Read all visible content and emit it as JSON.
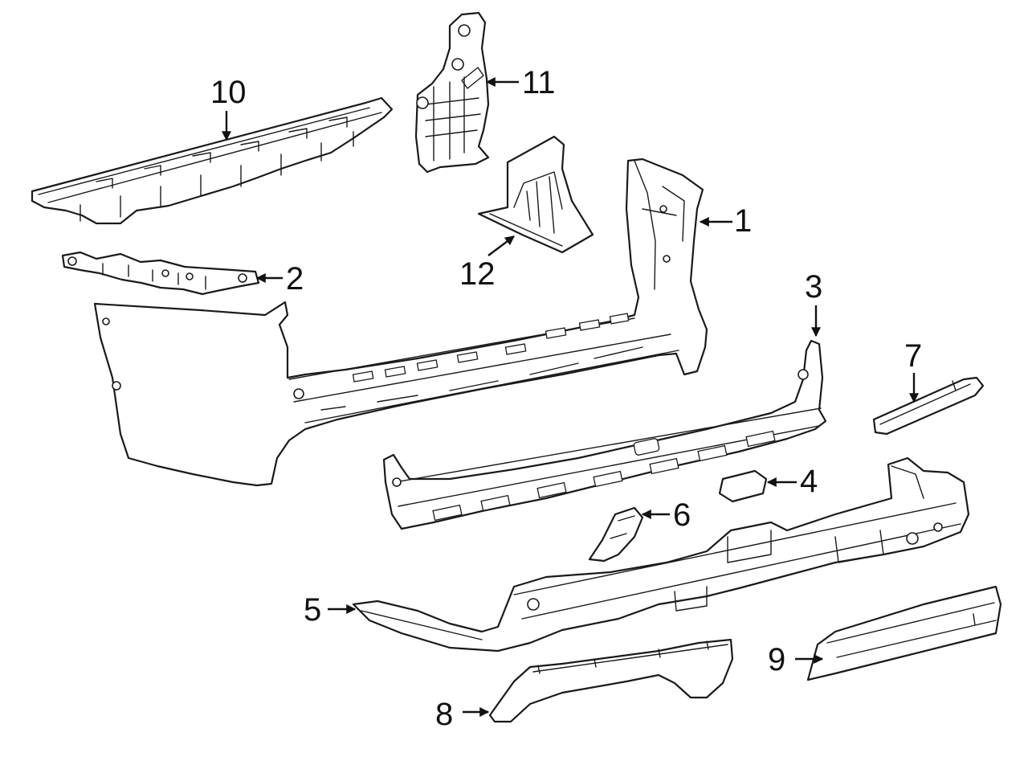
{
  "diagram": {
    "callouts": [
      {
        "id": "1",
        "label": "1"
      },
      {
        "id": "2",
        "label": "2"
      },
      {
        "id": "3",
        "label": "3"
      },
      {
        "id": "4",
        "label": "4"
      },
      {
        "id": "5",
        "label": "5"
      },
      {
        "id": "6",
        "label": "6"
      },
      {
        "id": "7",
        "label": "7"
      },
      {
        "id": "8",
        "label": "8"
      },
      {
        "id": "9",
        "label": "9"
      },
      {
        "id": "10",
        "label": "10"
      },
      {
        "id": "11",
        "label": "11"
      },
      {
        "id": "12",
        "label": "12"
      }
    ],
    "colors": {
      "line": "#1a1a1a",
      "background": "#ffffff"
    }
  }
}
